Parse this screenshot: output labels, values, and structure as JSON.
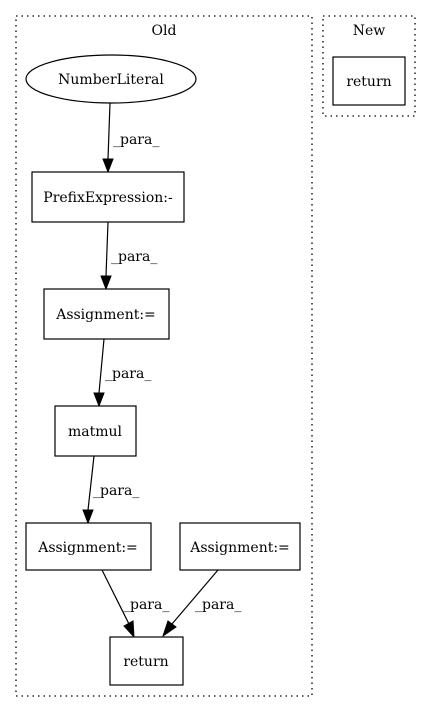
{
  "clusters": {
    "old": {
      "label": "Old"
    },
    "new": {
      "label": "New"
    }
  },
  "nodes": {
    "number_literal": {
      "label": "NumberLiteral"
    },
    "prefix_expression": {
      "label": "PrefixExpression:-"
    },
    "assignment_1": {
      "label": "Assignment:="
    },
    "matmul": {
      "label": "matmul"
    },
    "assignment_2": {
      "label": "Assignment:="
    },
    "assignment_3": {
      "label": "Assignment:="
    },
    "return_old": {
      "label": "return"
    },
    "return_new": {
      "label": "return"
    }
  },
  "edges": {
    "e1": {
      "label": "_para_"
    },
    "e2": {
      "label": "_para_"
    },
    "e3": {
      "label": "_para_"
    },
    "e4": {
      "label": "_para_"
    },
    "e5": {
      "label": "_para_"
    },
    "e6": {
      "label": "_para_"
    }
  }
}
